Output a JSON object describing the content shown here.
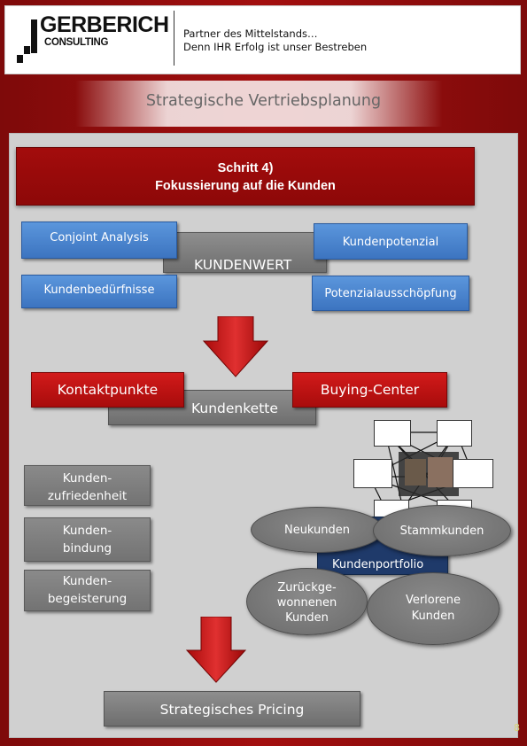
{
  "header": {
    "logo_name": "GERBERICH",
    "logo_sub": "CONSULTING",
    "tagline_1": "Partner des Mittelstands…",
    "tagline_2": "Denn IHR Erfolg ist unser Bestreben"
  },
  "banner": {
    "title": "Strategische Vertriebsplanung"
  },
  "step": {
    "line_1": "Schritt 4)",
    "line_2": "Fokussierung auf die Kunden"
  },
  "kundenwert": {
    "center": "KUNDENWERT",
    "conjoint": "Conjoint Analysis",
    "potenzial": "Kundenpotenzial",
    "beduerfnisse": "Kundenbedürfnisse",
    "ausschoepfung": "Potenzialausschöpfung"
  },
  "kundenkette": {
    "center": "Kundenkette",
    "kontakt": "Kontaktpunkte",
    "buying": "Buying-Center"
  },
  "left_list": {
    "zufriedenheit_1": "Kunden-",
    "zufriedenheit_2": "zufriedenheit",
    "bindung_1": "Kunden-",
    "bindung_2": "bindung",
    "begeisterung_1": "Kunden-",
    "begeisterung_2": "begeisterung"
  },
  "portfolio": {
    "title": "Kundenportfolio",
    "neu": "Neukunden",
    "stamm": "Stammkunden",
    "zurueck_1": "Zurückge-",
    "zurueck_2": "wonnenen",
    "zurueck_3": "Kunden",
    "verloren_1": "Verlorene",
    "verloren_2": "Kunden"
  },
  "pricing": {
    "label": "Strategisches Pricing"
  },
  "page_number": "8",
  "colors": {
    "brand_red": "#9b0d0d",
    "accent_blue": "#4a86d0",
    "box_gray": "#7a7a7a",
    "portfolio_navy": "#1f3a6a"
  },
  "icons": [
    "logo-mark",
    "arrow-down-icon",
    "buying-center-network"
  ]
}
